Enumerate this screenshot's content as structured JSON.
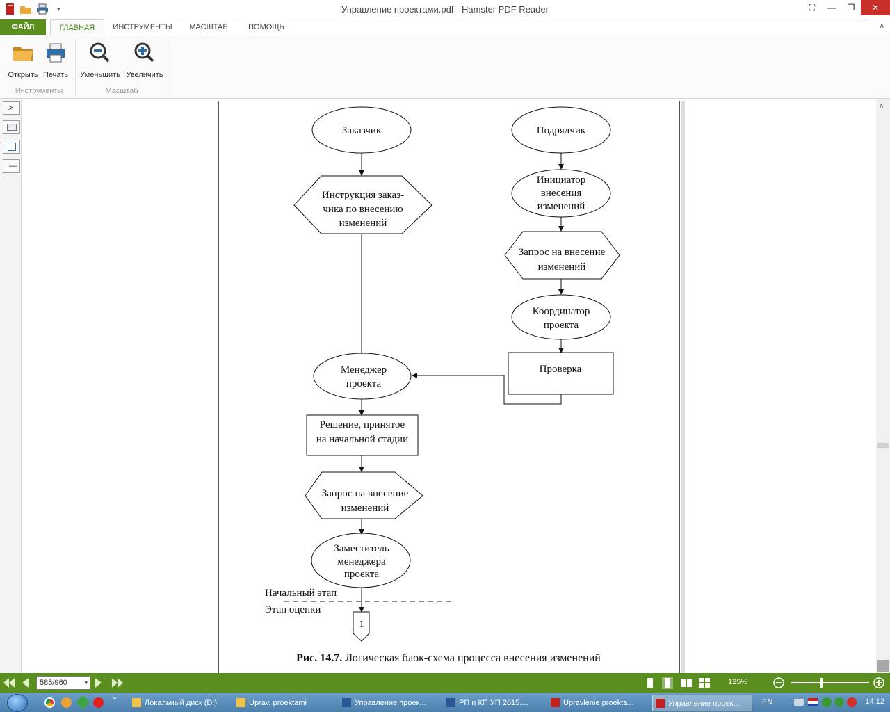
{
  "window": {
    "title": "Управление проектами.pdf - Hamster PDF Reader"
  },
  "tabs": {
    "file": "ФАЙЛ",
    "home": "ГЛАВНАЯ",
    "tools": "ИНСТРУМЕНТЫ",
    "zoom": "МАСШТАБ",
    "help": "ПОМОЩЬ"
  },
  "ribbon": {
    "open": "Открыть",
    "print": "Печать",
    "zoom_out": "Уменьшить",
    "zoom_in": "Увеличить",
    "group_tools": "Инструменты",
    "group_zoom": "Масштаб"
  },
  "diagram": {
    "nodes": {
      "customer": "Заказчик",
      "contractor": "Подрядчик",
      "instruction_l1": "Инструкция заказ-",
      "instruction_l2": "чика по внесению",
      "instruction_l3": "изменений",
      "initiator_l1": "Инициатор",
      "initiator_l2": "внесения",
      "initiator_l3": "изменений",
      "request1_l1": "Запрос на внесение",
      "request1_l2": "изменений",
      "coordinator_l1": "Координатор",
      "coordinator_l2": "проекта",
      "check": "Проверка",
      "manager_l1": "Менеджер",
      "manager_l2": "проекта",
      "decision_l1": "Решение, принятое",
      "decision_l2": "на  начальной стадии",
      "request2_l1": "Запрос на внесение",
      "request2_l2": "изменений",
      "deputy_l1": "Заместитель",
      "deputy_l2": "менеджера",
      "deputy_l3": "проекта",
      "connector": "1"
    },
    "stage_initial": "Начальный этап",
    "stage_eval": "Этап оценки",
    "caption_bold": "Рис. 14.7.",
    "caption_text": " Логическая блок-схема процесса внесения изменений"
  },
  "statusbar": {
    "page": "585/960",
    "zoom": "125%"
  },
  "taskbar": {
    "items": [
      "Локальный диск (D:)",
      "Uprav. proektami",
      "Управление проек...",
      "РП и КП  УП 2015....",
      "Upravlenie proekta...",
      "Управление проек..."
    ],
    "lang": "EN",
    "time": "14:12"
  },
  "colors": {
    "accent": "#5a8e1e",
    "close": "#c7302a"
  }
}
